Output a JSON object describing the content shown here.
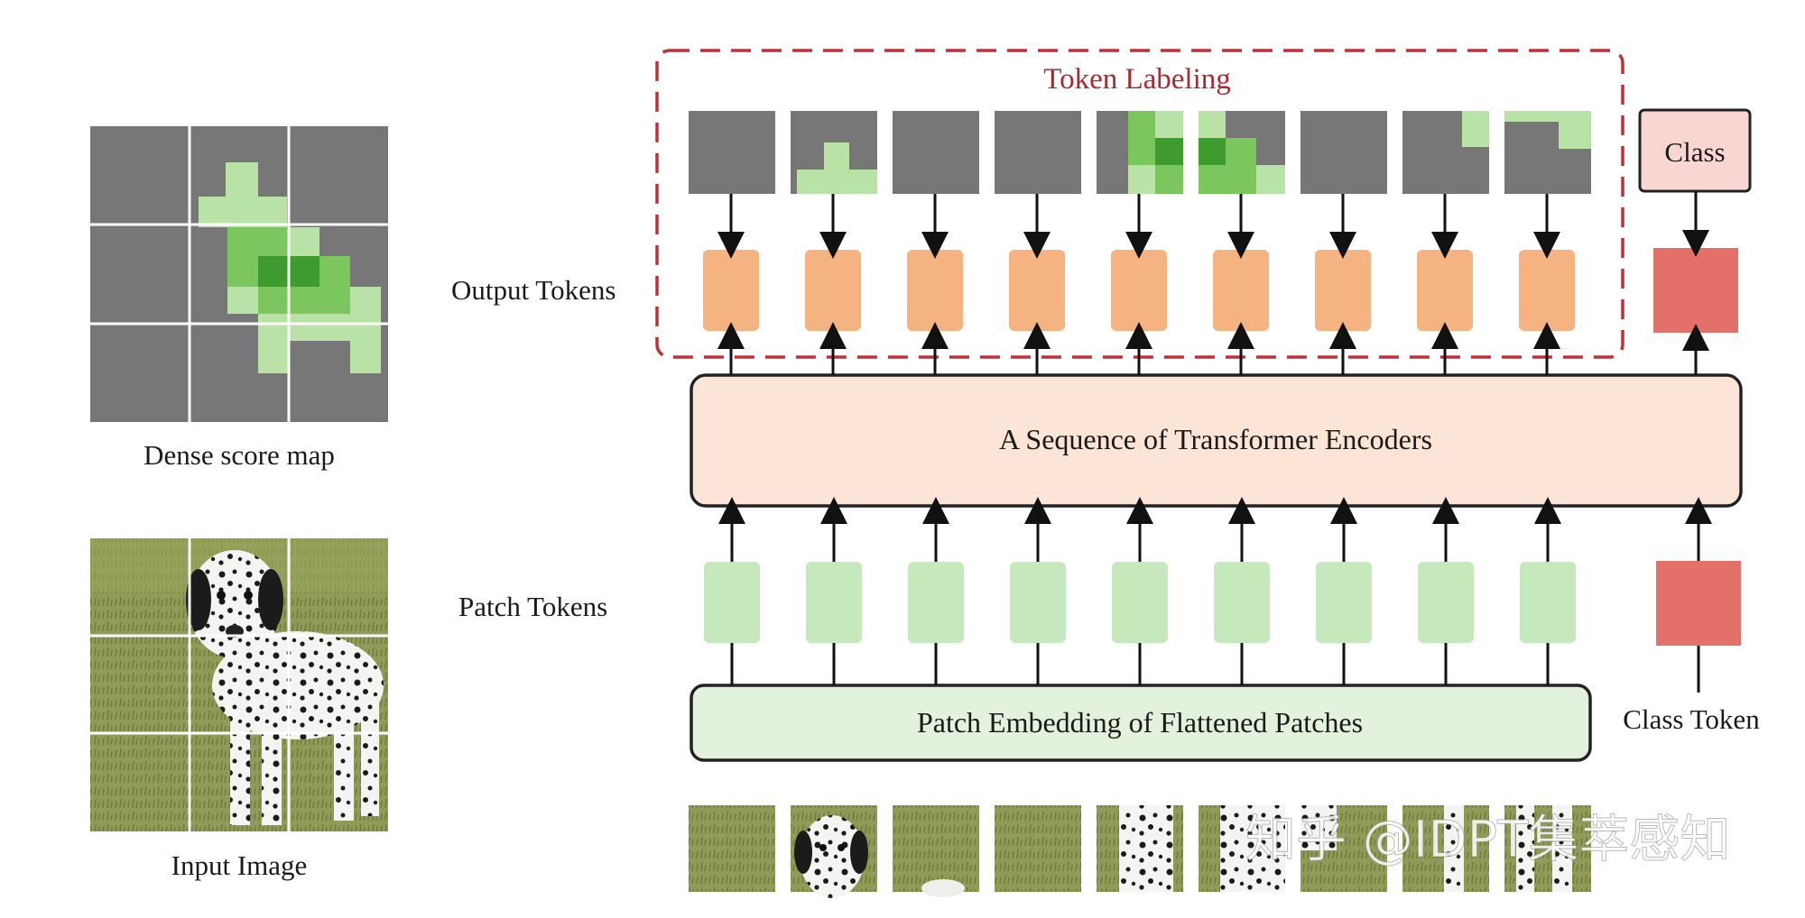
{
  "labels": {
    "token_labeling": "Token Labeling",
    "output_tokens": "Output Tokens",
    "patch_tokens": "Patch Tokens",
    "class_box": "Class",
    "class_token": "Class Token",
    "encoders": "A Sequence of Transformer Encoders",
    "patch_embedding": "Patch Embedding of Flattened Patches",
    "dense_score_map": "Dense score map",
    "input_image": "Input Image",
    "watermark": "知乎 @IDPT集萃感知"
  },
  "colors": {
    "map_gray": "#777777",
    "grid_line": "#ffffff",
    "green_light": "#b9e2a6",
    "green_mid": "#7cc65e",
    "green_dark": "#3e9b2e",
    "output_token": "#f4b381",
    "patch_token": "#c6e8bd",
    "class_token": "#e3716a",
    "class_box_fill": "#f9d6d2",
    "encoder_fill": "#fce4d6",
    "embedding_fill": "#e2f2dd",
    "dashed_border": "#c0303a",
    "grass": "#8e9a55"
  },
  "icons": {
    "arrow": "arrow-up-icon",
    "dog": "dalmatian-dog-photo"
  },
  "token_count": 9
}
